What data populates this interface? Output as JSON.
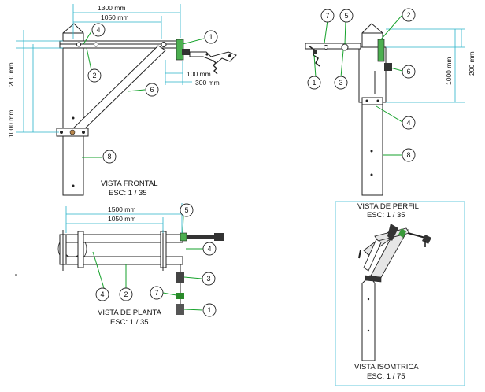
{
  "views": {
    "frontal": {
      "title": "VISTA FRONTAL",
      "scale": "ESC: 1 / 35"
    },
    "planta": {
      "title": "VISTA DE PLANTA",
      "scale": "ESC: 1 / 35"
    },
    "perfil": {
      "title": "VISTA DE PERFIL",
      "scale": "ESC: 1 / 35"
    },
    "isometrica": {
      "title": "VISTA ISOMTRICA",
      "scale": "ESC: 1 / 75"
    }
  },
  "dimensions": {
    "frontal_1300": "1300 mm",
    "frontal_1050": "1050 mm",
    "frontal_200": "200 mm",
    "frontal_1000": "1000 mm",
    "frontal_100": "100 mm",
    "frontal_300": "300 mm",
    "planta_1500": "1500 mm",
    "planta_1050": "1050 mm",
    "perfil_1000": "1000 mm",
    "perfil_200": "200 mm"
  },
  "callouts": {
    "c1": "1",
    "c2": "2",
    "c3": "3",
    "c4": "4",
    "c5": "5",
    "c6": "6",
    "c7": "7",
    "c8": "8"
  },
  "colors": {
    "dimension_line": "#27b3c9",
    "leader": "#16a22b",
    "frame_isometric": "#7fd3e3"
  }
}
